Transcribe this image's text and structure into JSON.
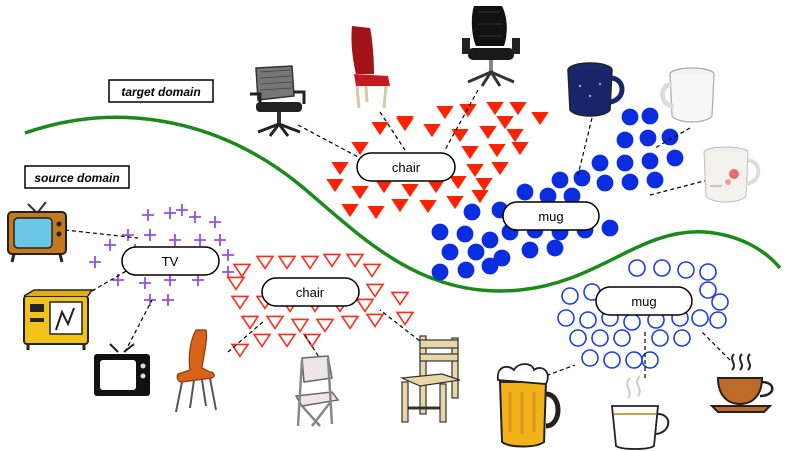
{
  "domain_labels": {
    "target": "target domain",
    "source": "source domain"
  },
  "class_labels": {
    "target_chair": "chair",
    "target_mug": "mug",
    "source_tv": "TV",
    "source_chair": "chair",
    "source_mug": "mug"
  },
  "colors": {
    "boundary": "#1a8a1a",
    "target_chair": "#ff2200",
    "target_mug": "#0a2de0",
    "source_tv": "#9a4de8",
    "source_chair": "#ff2a1a",
    "source_mug": "#1a3ee8"
  },
  "icons": {
    "target_images": [
      "mesh-office-chair-icon",
      "red-dining-chair-icon",
      "black-leather-office-chair-icon",
      "blue-enamel-mug-icon",
      "white-mug-icon",
      "floral-mug-icon"
    ],
    "source_images": [
      "retro-tv-icon",
      "yellow-tv-icon",
      "black-tv-icon",
      "orange-plastic-chair-icon",
      "folding-chair-icon",
      "wooden-chair-icon",
      "beer-mug-icon",
      "coffee-cup-icon",
      "teacup-icon"
    ]
  }
}
